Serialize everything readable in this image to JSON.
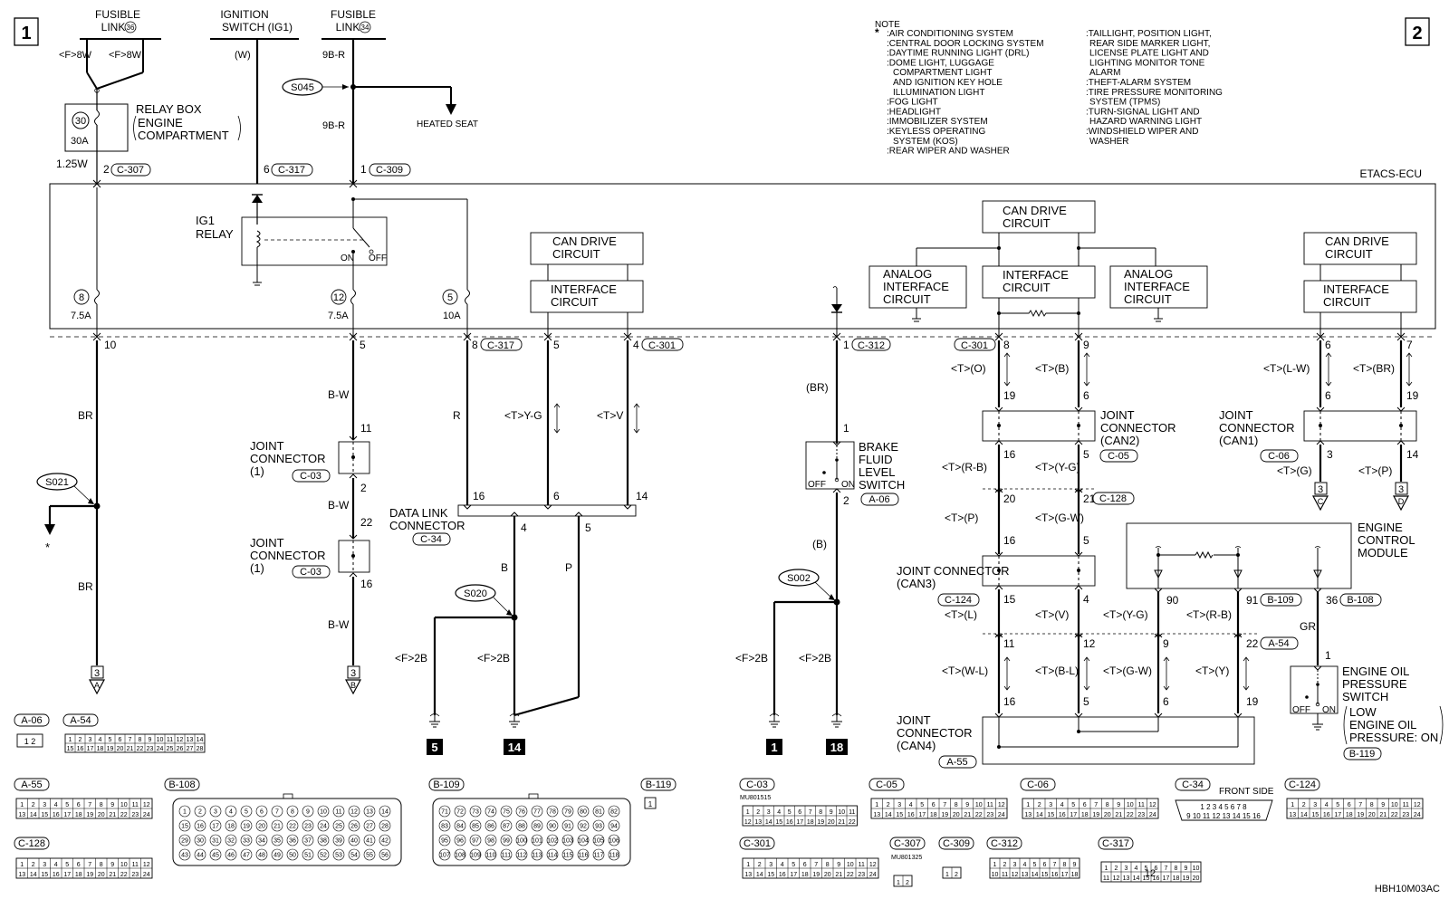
{
  "page": {
    "left_page": "1",
    "right_page": "2",
    "code": "HBH10M03AC"
  },
  "sources": {
    "fusible_link_36": [
      "FUSIBLE",
      "LINK",
      "36"
    ],
    "ignition_switch": [
      "IGNITION",
      "SWITCH (IG1)"
    ],
    "fusible_link_34": [
      "FUSIBLE",
      "LINK",
      "34"
    ],
    "f8w_a": "<F>8W",
    "f8w_b": "<F>8W",
    "w": "(W)",
    "r9b_top": "9B-R",
    "r9b_mid": "9B-R",
    "heated_seat": "HEATED SEAT",
    "s045": "S045"
  },
  "relay_box": {
    "num": "30",
    "amps": "30A",
    "label": [
      "RELAY BOX",
      "ENGINE",
      "COMPARTMENT"
    ],
    "wire_size": "1.25W"
  },
  "ecu": {
    "name": "ETACS-ECU",
    "ig1_relay": [
      "IG1",
      "RELAY"
    ],
    "on": "ON",
    "off": "OFF",
    "fuse8": "8",
    "fuse12": "12",
    "fuse5": "5",
    "amp8": "7.5A",
    "amp12": "7.5A",
    "amp5": "10A",
    "can_drive": [
      "CAN DRIVE",
      "CIRCUIT"
    ],
    "interface": [
      "INTERFACE",
      "CIRCUIT"
    ],
    "analog": [
      "ANALOG",
      "INTERFACE",
      "CIRCUIT"
    ]
  },
  "pins": {
    "p2": "2",
    "c307": "C-307",
    "p6": "6",
    "c317a": "C-317",
    "p1": "1",
    "c309": "C-309",
    "p10": "10",
    "p5a": "5",
    "p8": "8",
    "c317b": "C-317",
    "p5b": "5",
    "p4": "4",
    "c301a": "C-301",
    "p1b": "1",
    "c312": "C-312",
    "c301b": "C-301",
    "p8b": "8",
    "p9": "9",
    "p6b": "6",
    "p7": "7"
  },
  "wires": {
    "br1": "BR",
    "br2": "BR",
    "bw1": "B-W",
    "bw2": "B-W",
    "bw3": "B-W",
    "r": "R",
    "tyg": "<T>Y-G",
    "tv": "<T>V",
    "br_paren": "(BR)",
    "b_paren": "(B)",
    "b": "B",
    "p": "P",
    "f2b1": "<F>2B",
    "f2b2": "<F>2B",
    "f2b3": "<F>2B",
    "f2b4": "<F>2B",
    "t0": "<T>(O)",
    "tb": "<T>(B)",
    "trb": "<T>(R-B)",
    "tyg2": "<T>(Y-G)",
    "tp": "<T>(P)",
    "tgw": "<T>(G-W)",
    "tl": "<T>(L)",
    "tv2": "<T>(V)",
    "tyg3": "<T>(Y-G)",
    "trb2": "<T>(R-B)",
    "twl": "<T>(W-L)",
    "tbl": "<T>(B-L)",
    "tgw2": "<T>(G-W)",
    "ty": "<T>(Y)",
    "tlw": "<T>(L-W)",
    "tbr": "<T>(BR)",
    "tg": "<T>(G)",
    "tp2": "<T>(P)",
    "gr": "GR"
  },
  "components": {
    "joint1a": [
      "JOINT",
      "CONNECTOR",
      "(1)"
    ],
    "joint1a_conn": "C-03",
    "joint1b": [
      "JOINT",
      "CONNECTOR",
      "(1)"
    ],
    "joint1b_conn": "C-03",
    "data_link": [
      "DATA LINK",
      "CONNECTOR"
    ],
    "data_link_conn": "C-34",
    "brake": [
      "BRAKE",
      "FLUID",
      "LEVEL",
      "SWITCH"
    ],
    "brake_conn": "A-06",
    "can2": [
      "JOINT",
      "CONNECTOR",
      "(CAN2)"
    ],
    "can2_conn": "C-05",
    "can1": [
      "JOINT",
      "CONNECTOR",
      "(CAN1)"
    ],
    "can1_conn": "C-06",
    "can3": [
      "JOINT CONNECTOR",
      "(CAN3)"
    ],
    "can3_conn": "C-124",
    "can4": [
      "JOINT",
      "CONNECTOR",
      "(CAN4)"
    ],
    "can4_conn": "A-55",
    "c128": "C-128",
    "ecm": [
      "ENGINE",
      "CONTROL",
      "MODULE"
    ],
    "oil": [
      "ENGINE OIL",
      "PRESSURE",
      "SWITCH"
    ],
    "oil_note": [
      "LOW",
      "ENGINE OIL",
      "PRESSURE: ON"
    ],
    "oil_conn": "B-119",
    "b109": "B-109",
    "b108": "B-108",
    "a54": "A-54"
  },
  "numbers": {
    "n11": "11",
    "n2": "2",
    "n22": "22",
    "n16": "16",
    "dl16": "16",
    "dl6": "6",
    "dl14": "14",
    "dl4": "4",
    "dl5": "5",
    "bk1": "1",
    "bk2": "2",
    "c19": "19",
    "c6": "6",
    "c16": "16",
    "c5": "5",
    "c20": "20",
    "c21": "21",
    "c16b": "16",
    "c5b": "5",
    "c15": "15",
    "c4": "4",
    "c90": "90",
    "c91": "91",
    "c36": "36",
    "c11": "11",
    "c12": "12",
    "c9": "9",
    "c22": "22",
    "c16c": "16",
    "c5c": "5",
    "c6c": "6",
    "c19c": "19",
    "k6": "6",
    "k19": "19",
    "k3": "3",
    "k14": "14",
    "oil1": "1"
  },
  "splices": {
    "s021": "S021",
    "s020": "S020",
    "s002": "S002"
  },
  "grounds": {
    "g5": "5",
    "g14": "14",
    "g1": "1",
    "g18": "18"
  },
  "offpage": {
    "a_num": "3",
    "a_letter": "A",
    "b_num": "3",
    "b_letter": "B",
    "c_num": "3",
    "c_letter": "C",
    "d_num": "3",
    "d_letter": "D",
    "star": "*"
  },
  "note": {
    "title": "NOTE",
    "star": "*",
    "left": [
      ":AIR CONDITIONING SYSTEM",
      ":CENTRAL DOOR LOCKING SYSTEM",
      ":DAYTIME RUNNING LIGHT (DRL)",
      ":DOME LIGHT, LUGGAGE",
      "COMPARTMENT LIGHT",
      "AND IGNITION KEY HOLE",
      "ILLUMINATION LIGHT",
      ":FOG LIGHT",
      ":HEADLIGHT",
      ":IMMOBILIZER SYSTEM",
      ":KEYLESS OPERATING",
      "SYSTEM (KOS)",
      ":REAR WIPER AND WASHER"
    ],
    "right": [
      ":TAILLIGHT, POSITION LIGHT,",
      "REAR SIDE MARKER LIGHT,",
      "LICENSE PLATE LIGHT AND",
      "LIGHTING MONITOR TONE",
      "ALARM",
      ":THEFT-ALARM SYSTEM",
      ":TIRE PRESSURE MONITORING",
      "SYSTEM (TPMS)",
      ":TURN-SIGNAL LIGHT AND",
      "HAZARD WARNING LIGHT",
      ":WINDSHIELD WIPER AND",
      "WASHER"
    ]
  },
  "connector_views": {
    "a06": "A-06",
    "a54": "A-54",
    "a55": "A-55",
    "b108": "B-108",
    "b109": "B-109",
    "b119": "B-119",
    "c128": "C-128",
    "c03": "C-03",
    "c05": "C-05",
    "c06": "C-06",
    "c34": "C-34",
    "c124": "C-124",
    "c301": "C-301",
    "c307": "C-307",
    "c309": "C-309",
    "c312": "C-312",
    "c317": "C-317",
    "front_side": "FRONT SIDE",
    "mu1": "MU801515",
    "mu2": "MU801325",
    "a06_pins": "1 2",
    "b119_pin": "1",
    "c317_12": "12",
    "c34_row1": "1 2 3 4 5 6 7 8",
    "c34_row2": "9 10 11 12 13 14 15 16"
  }
}
